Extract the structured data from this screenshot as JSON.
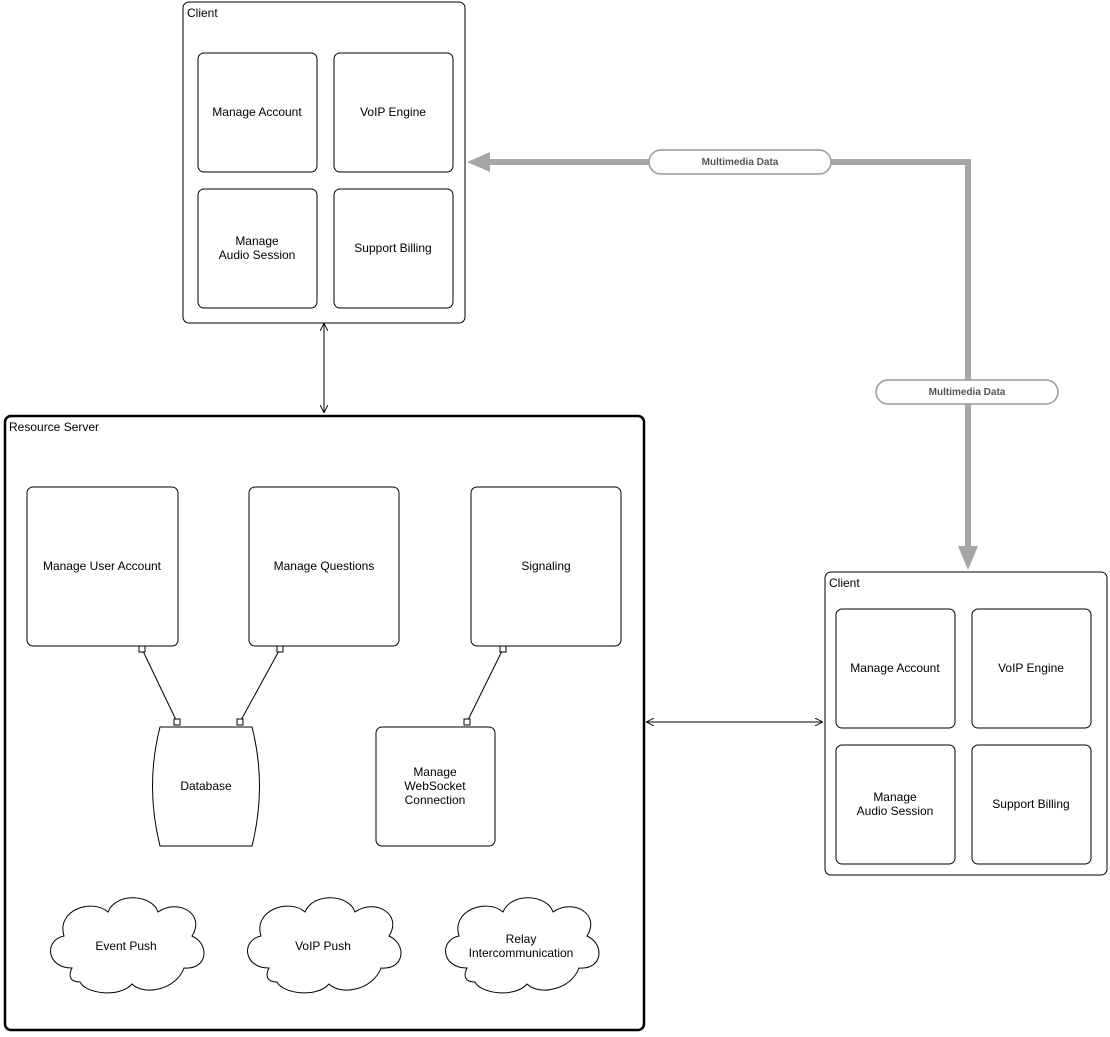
{
  "client_top": {
    "title": "Client",
    "modules": [
      "Manage Account",
      "VoIP Engine",
      "Manage Audio Session",
      "Support Billing"
    ]
  },
  "client_right": {
    "title": "Client",
    "modules": [
      "Manage Account",
      "VoIP Engine",
      "Manage Audio Session",
      "Support Billing"
    ]
  },
  "resource_server": {
    "title": "Resource Server",
    "components": {
      "user_account": "Manage User Account",
      "questions": "Manage Questions",
      "signaling": "Signaling",
      "database": "Database",
      "websocket": "Manage WebSocket Connection"
    },
    "clouds": [
      "Event Push",
      "VoIP Push",
      "Relay Intercommunication"
    ]
  },
  "connections": {
    "multimedia_label_1": "Multimedia Data",
    "multimedia_label_2": "Multimedia Data"
  },
  "colors": {
    "flow_arrow": "#a6a6a6",
    "pill_border": "#999999",
    "pill_text": "#555555"
  }
}
